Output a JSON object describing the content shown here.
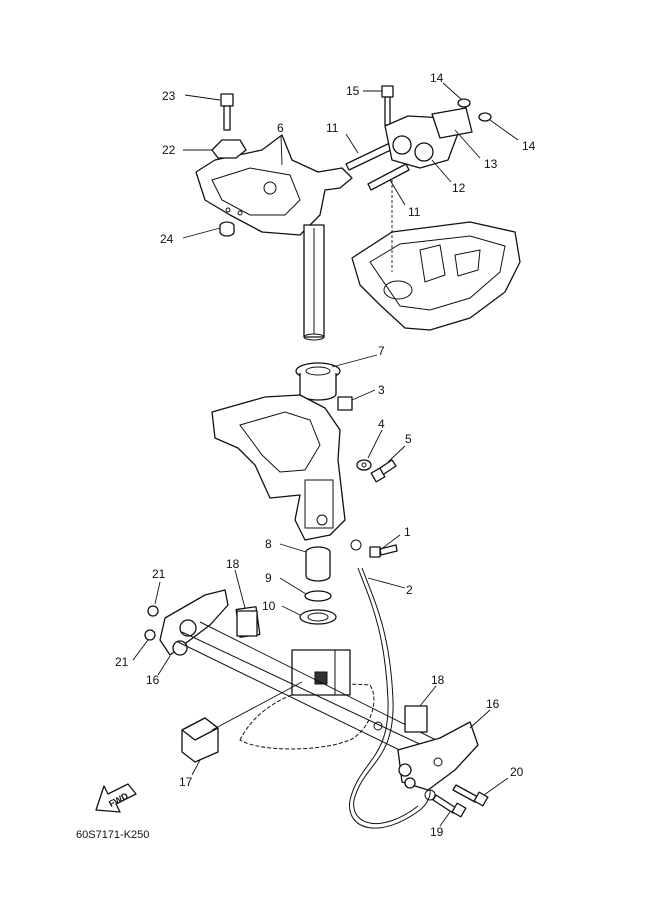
{
  "callouts": [
    "1",
    "2",
    "3",
    "4",
    "5",
    "6",
    "7",
    "8",
    "9",
    "10",
    "11",
    "11",
    "12",
    "13",
    "14",
    "14",
    "15",
    "16",
    "16",
    "17",
    "18",
    "18",
    "19",
    "20",
    "21",
    "21",
    "22",
    "23",
    "24"
  ],
  "fwd_label": "FWD",
  "reference_code": "60S7171-K250"
}
